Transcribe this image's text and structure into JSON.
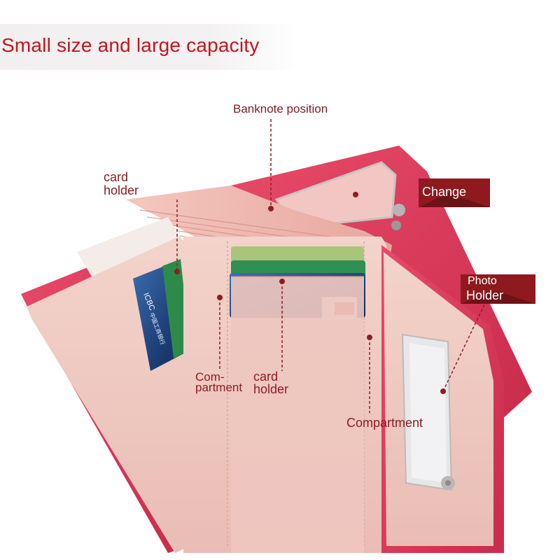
{
  "headline": "Small size and large capacity",
  "labels": {
    "banknote_position": "Banknote position",
    "card_holder_left_line1": "card",
    "card_holder_left_line2": "holder",
    "change": "Change",
    "photo_holder_line1": "Photo",
    "photo_holder_line2": "Holder",
    "compartment_small_line1": "Com-",
    "compartment_small_line2": "partment",
    "card_holder_center_line1": "card",
    "card_holder_center_line2": "holder",
    "compartment_right": "Compartment"
  },
  "card_text": {
    "bank_logo": "ICBC",
    "bank_name_cn": "中国工商银行"
  },
  "colors": {
    "headline": "#c8141b",
    "label": "#8f1c22",
    "tag_bg": "#8e1a20",
    "wallet_outer": "#e0405e",
    "wallet_inner": "#efc9c2"
  }
}
